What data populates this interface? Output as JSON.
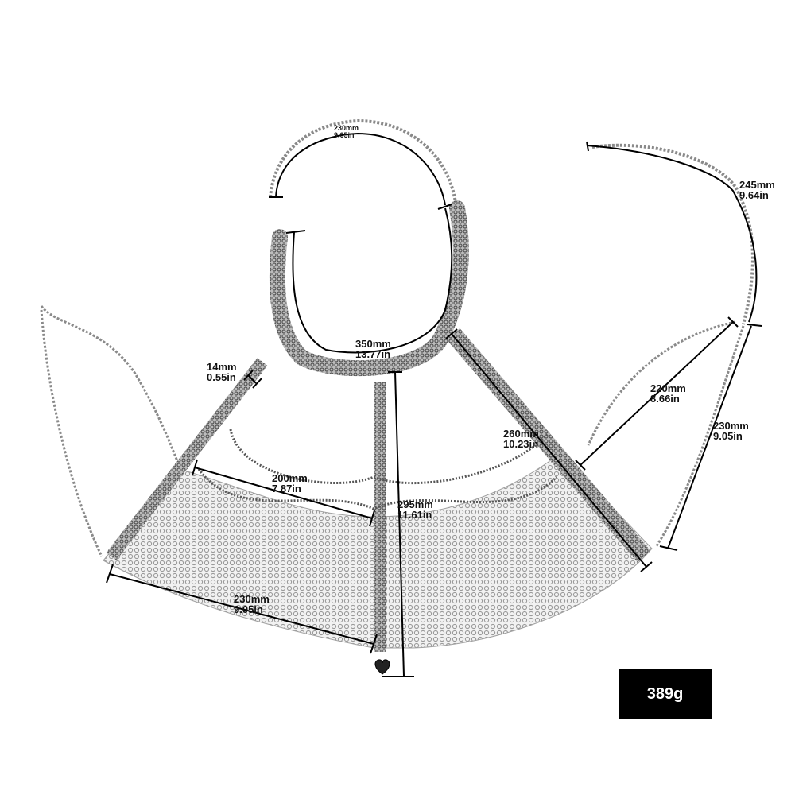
{
  "colors": {
    "chain": "#8a8a8a",
    "chain_dark": "#555555",
    "dimension_line": "#000000",
    "badge_bg": "#000000",
    "badge_text": "#ffffff"
  },
  "measurements": {
    "extender_top": {
      "mm": "230mm",
      "in": "9.05in"
    },
    "right_extender": {
      "mm": "245mm",
      "in": "9.64in"
    },
    "neck_collar": {
      "mm": "350mm",
      "in": "13.77in"
    },
    "strap_width": {
      "mm": "14mm",
      "in": "0.55in"
    },
    "right_strap": {
      "mm": "220mm",
      "in": "8.66in"
    },
    "diagonal_strap": {
      "mm": "260mm",
      "in": "10.23in"
    },
    "right_side": {
      "mm": "230mm",
      "in": "9.05in"
    },
    "inner_width": {
      "mm": "200mm",
      "in": "7.87in"
    },
    "center_drop": {
      "mm": "295mm",
      "in": "11.61in"
    },
    "bottom_width": {
      "mm": "230mm",
      "in": "9.05in"
    }
  },
  "weight": "389g"
}
